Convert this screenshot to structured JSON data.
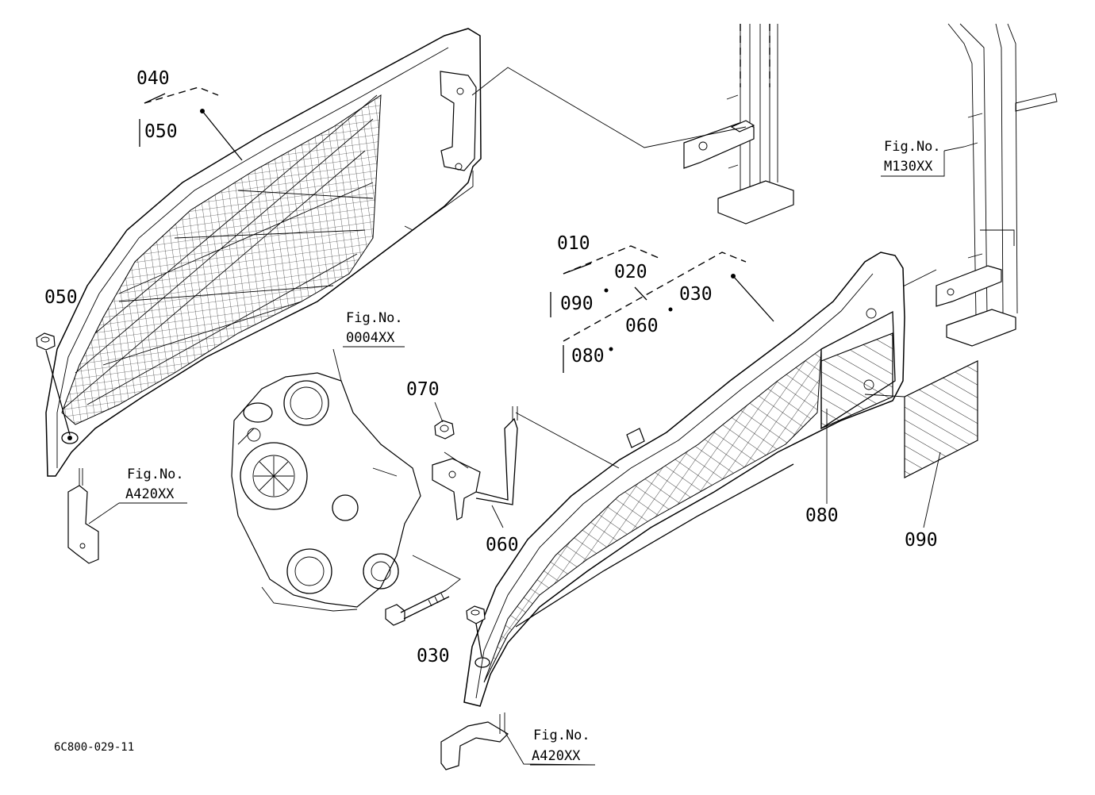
{
  "diagram_code": "6C800-029-11",
  "callouts": {
    "c040": "040",
    "c050_top": "050",
    "c050_left": "050",
    "c010": "010",
    "c020": "020",
    "c030_top": "030",
    "c090_group": "090",
    "c060_group": "060",
    "c080_group": "080",
    "c070": "070",
    "c060": "060",
    "c030": "030",
    "c080": "080",
    "c090": "090"
  },
  "figure_refs": {
    "fig_0004": {
      "label": "Fig.No.",
      "code": "0004XX"
    },
    "fig_m130": {
      "label": "Fig.No.",
      "code": "M130XX"
    },
    "fig_a420_left": {
      "label": "Fig.No.",
      "code": "A420XX"
    },
    "fig_a420_bottom": {
      "label": "Fig.No.",
      "code": "A420XX"
    }
  }
}
